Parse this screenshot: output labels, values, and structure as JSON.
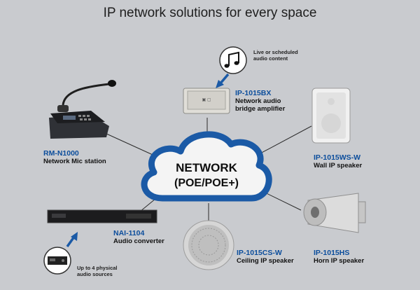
{
  "title": "IP network solutions for every space",
  "network": {
    "line1": "NETWORK",
    "line2": "(POE/POE+)"
  },
  "devices": {
    "mic": {
      "model": "RM-N1000",
      "desc": "Network Mic station"
    },
    "bridge": {
      "model": "IP-1015BX",
      "desc_line1": "Network audio",
      "desc_line2": "bridge amplifier"
    },
    "wall": {
      "model": "IP-1015WS-W",
      "desc": "Wall IP speaker"
    },
    "converter": {
      "model": "NAI-1104",
      "desc": "Audio converter"
    },
    "ceiling": {
      "model": "IP-1015CS-W",
      "desc": "Ceiling IP speaker"
    },
    "horn": {
      "model": "IP-1015HS",
      "desc": "Horn IP speaker"
    }
  },
  "notes": {
    "audio_content_line1": "Live or scheduled",
    "audio_content_line2": "audio content",
    "sources_line1": "Up to 4 physical",
    "sources_line2": "audio sources"
  },
  "colors": {
    "accent_blue": "#1b5aa6",
    "model_blue": "#0b4d9c",
    "background": "#c9cbcf"
  },
  "icons": [
    "music-note-icon",
    "media-player-icon"
  ]
}
